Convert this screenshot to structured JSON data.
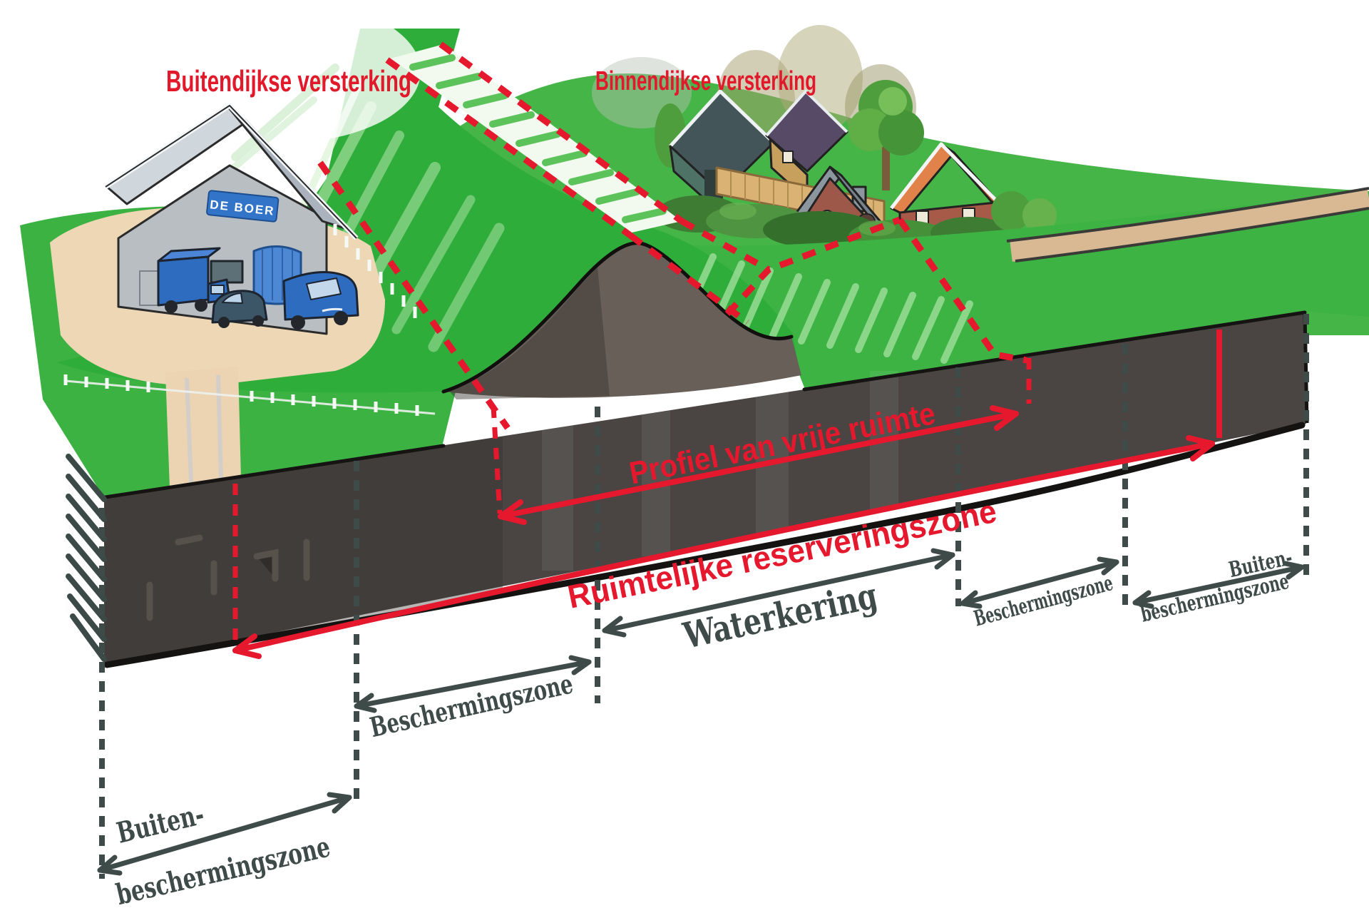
{
  "top_labels": {
    "outer_reinforcement": "Buitendijkse versterking",
    "inner_reinforcement": "Binnendijkse versterking"
  },
  "red_annotations": {
    "free_space_profile": "Profiel van vrije ruimte",
    "spatial_reservation_zone": "Ruimtelijke reserveringszone"
  },
  "zones": {
    "waterkering": "Waterkering",
    "protection_left": "Beschermingszone",
    "protection_right": "Beschermingszone",
    "outer_protection_left": {
      "line1": "Buiten-",
      "line2": "beschermingszone"
    },
    "outer_protection_right": {
      "line1": "Buiten-",
      "line2": "beschermingszone"
    }
  },
  "scene": {
    "warehouse_sign": "DE BOER"
  },
  "colors": {
    "label_red": "#e2182b",
    "line_red": "#e5182e",
    "label_dark": "#3f4b49",
    "grass_green": "#3cb243",
    "dike_green": "#2fad3a",
    "soil_dark": "#4a4542",
    "mound_brown": "#685f59",
    "yard_beige": "#eed7b5",
    "building_gray": "#b9bec3",
    "sign_blue": "#3275c8"
  }
}
